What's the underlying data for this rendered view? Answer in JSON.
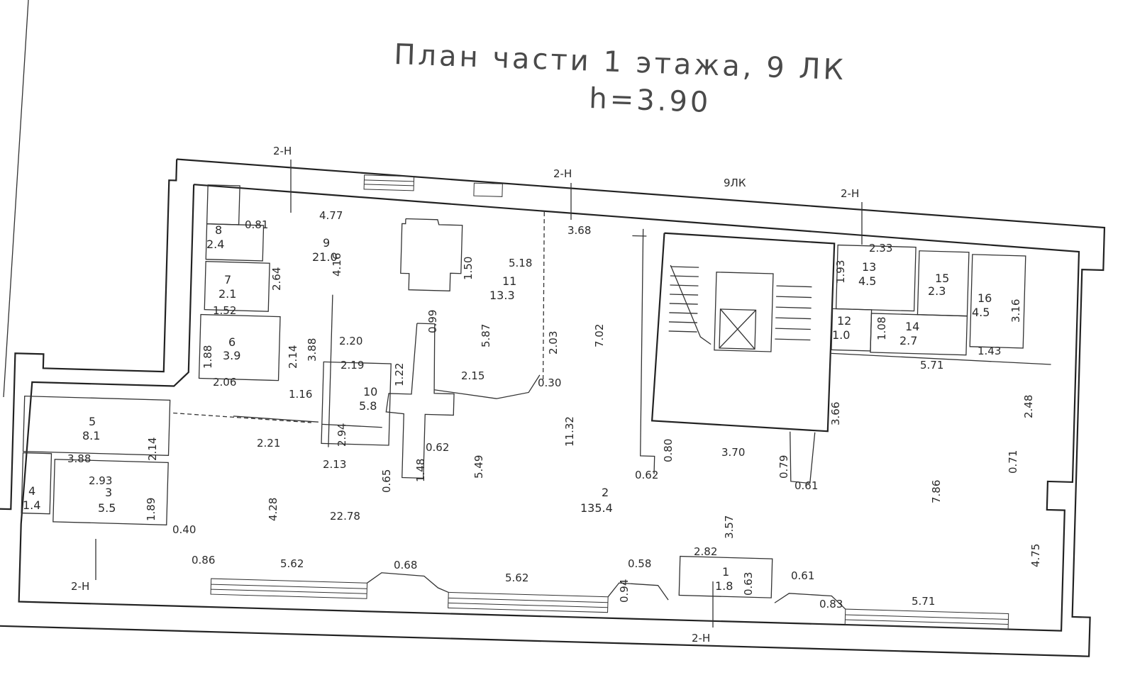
{
  "title": {
    "line1": "План части 1 этажа, 9 ЛК",
    "line2": "h=3.90"
  },
  "section_marks": [
    "2-Н",
    "2-Н",
    "2-Н",
    "2-Н",
    "2-Н"
  ],
  "staircase_label": "9ЛК",
  "rooms": [
    {
      "number": "2",
      "area": "135.4"
    },
    {
      "number": "3",
      "area": "5.5"
    },
    {
      "number": "4",
      "area": "1.4"
    },
    {
      "number": "5",
      "area": "8.1"
    },
    {
      "number": "6",
      "area": "3.9"
    },
    {
      "number": "7",
      "area": "2.1"
    },
    {
      "number": "8",
      "area": "2.4"
    },
    {
      "number": "9",
      "area": "21.0"
    },
    {
      "number": "10",
      "area": "5.8"
    },
    {
      "number": "11",
      "area": "13.3"
    },
    {
      "number": "12",
      "area": "1.0"
    },
    {
      "number": "13",
      "area": "4.5"
    },
    {
      "number": "14",
      "area": "2.7"
    },
    {
      "number": "15",
      "area": "2.3"
    },
    {
      "number": "16",
      "area": "4.5"
    },
    {
      "number": "1",
      "area": "1.8"
    }
  ],
  "dimensions": [
    "4.77",
    "0.81",
    "4.16",
    "2.64",
    "1.52",
    "1.88",
    "2.14",
    "3.88",
    "2.06",
    "1.16",
    "1.50",
    "5.18",
    "3.68",
    "0.99",
    "5.87",
    "2.03",
    "7.02",
    "2.20",
    "2.19",
    "1.22",
    "2.15",
    "0.30",
    "2.94",
    "2.21",
    "2.13",
    "0.62",
    "1.48",
    "0.65",
    "5.49",
    "11.32",
    "2.14",
    "3.88",
    "2.93",
    "1.89",
    "0.40",
    "4.28",
    "22.78",
    "0.86",
    "5.62",
    "0.68",
    "5.62",
    "0.94",
    "0.58",
    "2.82",
    "0.63",
    "0.61",
    "0.83",
    "5.71",
    "4.75",
    "7.86",
    "0.71",
    "2.48",
    "5.71",
    "1.43",
    "3.16",
    "1.08",
    "1.93",
    "2.33",
    "3.66",
    "0.80",
    "3.70",
    "0.79",
    "0.61",
    "0.62",
    "3.57"
  ]
}
